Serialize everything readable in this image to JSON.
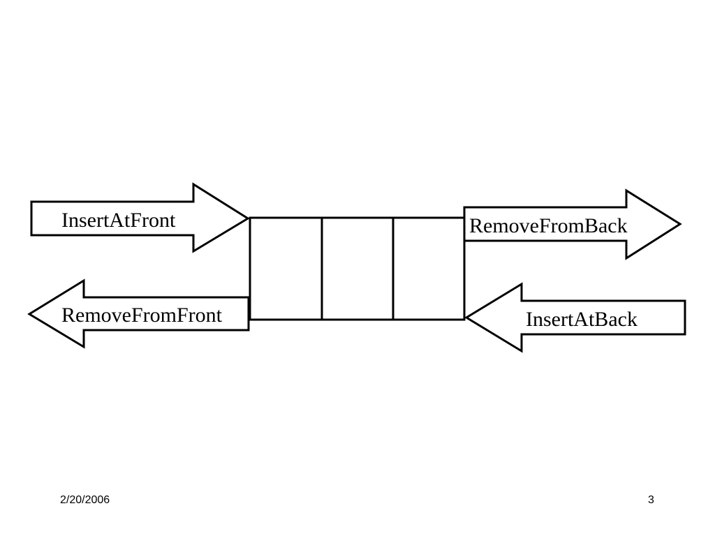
{
  "diagram": {
    "queue": {
      "cell_count": 3
    },
    "arrows": {
      "insert_at_front": "InsertAtFront",
      "remove_from_front": "RemoveFromFront",
      "remove_from_back": "RemoveFromBack",
      "insert_at_back": "InsertAtBack"
    }
  },
  "footer": {
    "date": "2/20/2006",
    "page_number": "3"
  },
  "colors": {
    "background": "#ffffff",
    "stroke": "#000000",
    "text": "#000000"
  }
}
